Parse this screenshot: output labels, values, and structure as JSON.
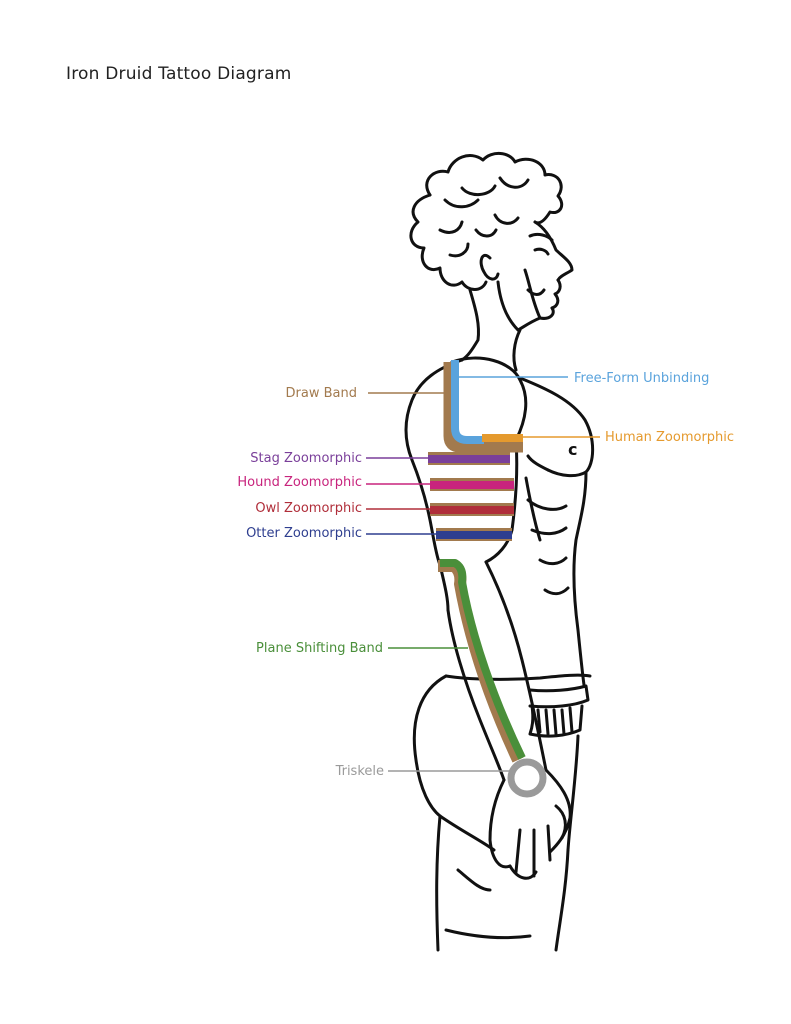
{
  "title": "Iron Druid Tattoo Diagram",
  "labels": {
    "draw_band": "Draw Band",
    "free_form_unbinding": "Free-Form Unbinding",
    "human_zoomorphic": "Human Zoomorphic",
    "stag_zoomorphic": "Stag Zoomorphic",
    "hound_zoomorphic": "Hound Zoomorphic",
    "owl_zoomorphic": "Owl Zoomorphic",
    "otter_zoomorphic": "Otter Zoomorphic",
    "plane_shifting_band": "Plane Shifting Band",
    "triskele": "Triskele",
    "chest_letter": "c"
  },
  "colors": {
    "draw_band": "#a27a4e",
    "free_form_unbinding": "#5aa3dc",
    "human_zoomorphic": "#e59a2e",
    "stag_zoomorphic": "#7a3f9a",
    "hound_zoomorphic": "#c8247d",
    "owl_zoomorphic": "#b02e3a",
    "otter_zoomorphic": "#2e3e8f",
    "plane_shifting_band": "#4a8f3a",
    "triskele": "#9a9a9a"
  }
}
